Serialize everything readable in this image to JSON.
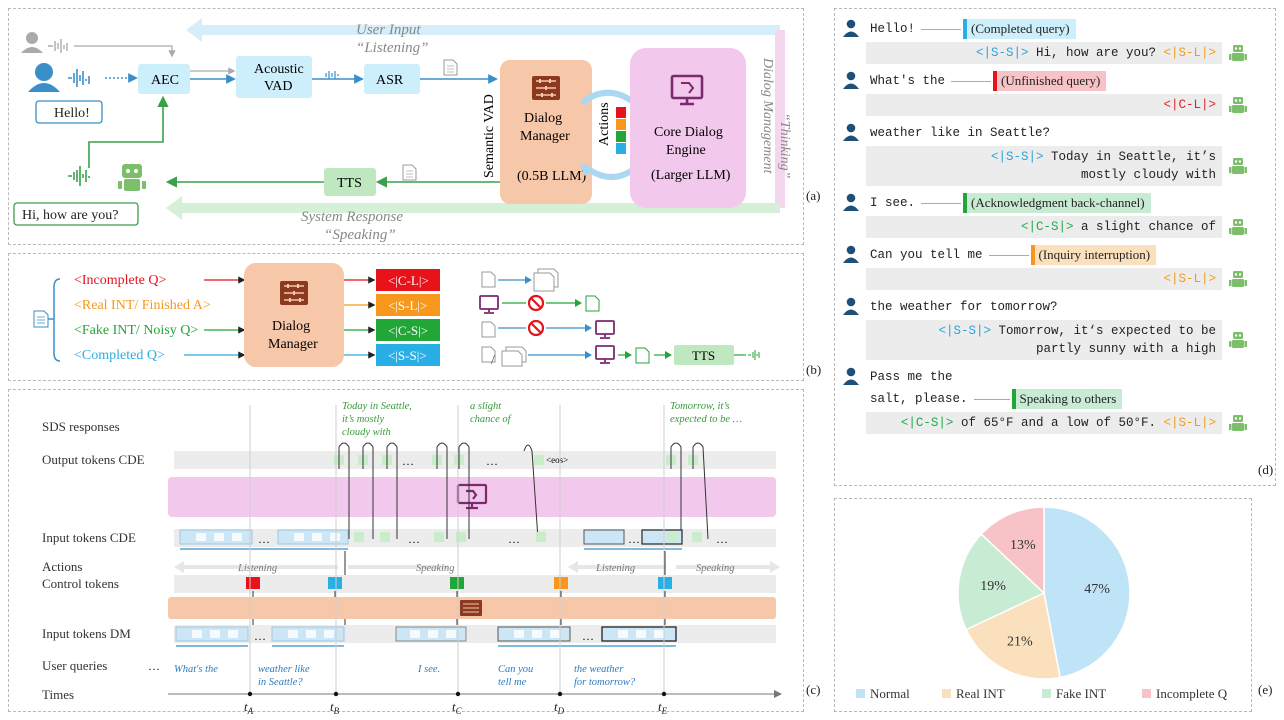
{
  "panel_a": {
    "label": "(a)",
    "user_input_1": "User Input",
    "user_input_2": "“Listening”",
    "system_response_1": "System Response",
    "system_response_2": "“Speaking”",
    "dm_side_1": "Dialog Management",
    "dm_side_2": "“Thinking”",
    "aec": "AEC",
    "vad_1": "Acoustic",
    "vad_2": "VAD",
    "asr": "ASR",
    "tts": "TTS",
    "semantic_vad": "Semantic VAD",
    "dm_1": "Dialog",
    "dm_2": "Manager",
    "dm_3": "(0.5B LLM)",
    "actions": "Actions",
    "cde_1": "Core Dialog",
    "cde_2": "Engine",
    "cde_3": "(Larger LLM)",
    "hello": "Hello!",
    "hi": "Hi, how are you?"
  },
  "panel_b": {
    "label": "(b)",
    "inputs": [
      "<Incomplete Q>",
      "<Real INT/ Finished A>",
      "<Fake INT/ Noisy Q>",
      "<Completed Q>"
    ],
    "tokens": [
      "<|C-L|>",
      "<|S-L|>",
      "<|C-S|>",
      "<|S-S|>"
    ],
    "dm_1": "Dialog",
    "dm_2": "Manager",
    "tts": "TTS",
    "slash": "/"
  },
  "panel_c": {
    "label": "(c)",
    "row_labels": [
      "SDS responses",
      "Output tokens CDE",
      "Input tokens CDE",
      "Actions",
      "Control tokens",
      "Input tokens DM",
      "User queries",
      "Times"
    ],
    "responses": [
      [
        "Today in Seattle,",
        "it’s mostly",
        "cloudy with"
      ],
      [
        "a slight",
        "chance of"
      ],
      [
        "Tomorrow, it’s",
        "expected to be …"
      ]
    ],
    "eos": "<eos>",
    "ellipsis": "…",
    "actions": [
      "Listening",
      "Speaking",
      "Listening",
      "Speaking"
    ],
    "queries": [
      [
        "What's the"
      ],
      [
        "weather like",
        "in Seattle?"
      ],
      [
        "I see."
      ],
      [
        "Can you",
        "tell me"
      ],
      [
        "the weather",
        "for tomorrow?"
      ]
    ],
    "query_ellipsis": "…",
    "times": [
      "A",
      "B",
      "C",
      "D",
      "E"
    ],
    "t": "t"
  },
  "panel_d": {
    "label": "(d)",
    "rows": [
      {
        "who": "user",
        "text": "Hello!",
        "tag": "(Completed query)"
      },
      {
        "who": "bot",
        "parts": [
          [
            "<|S-S|>",
            "blue"
          ],
          [
            " Hi, how are you? ",
            ""
          ],
          [
            "<|S-L|>",
            "orange"
          ]
        ]
      },
      {
        "who": "user",
        "text": "What's the",
        "tag": "(Unfinished query)"
      },
      {
        "who": "bot",
        "parts": [
          [
            "<|C-L|>",
            "red"
          ]
        ]
      },
      {
        "who": "user",
        "text": "weather like in Seattle?"
      },
      {
        "who": "bot",
        "parts": [
          [
            "<|S-S|>",
            "blue"
          ],
          [
            " Today in Seattle, it’s",
            ""
          ]
        ],
        "line2": "mostly cloudy with"
      },
      {
        "who": "user",
        "text": "I see.",
        "tag": "(Acknowledgment back-channel)"
      },
      {
        "who": "bot",
        "parts": [
          [
            "<|C-S|>",
            "green"
          ],
          [
            " a slight chance of",
            ""
          ]
        ]
      },
      {
        "who": "user",
        "text": "Can you tell me",
        "tag": "(Inquiry interruption)"
      },
      {
        "who": "bot",
        "parts": [
          [
            "<|S-L|>",
            "orange"
          ]
        ]
      },
      {
        "who": "user",
        "text": "the weather for tomorrow?"
      },
      {
        "who": "bot",
        "parts": [
          [
            "<|S-S|>",
            "blue"
          ],
          [
            " Tomorrow, it‘s expected to be",
            ""
          ]
        ],
        "line2": "partly sunny with a high"
      },
      {
        "who": "user",
        "text": "Pass me the",
        "line2": "salt, please.",
        "tag": "Speaking to others"
      },
      {
        "who": "bot",
        "parts": [
          [
            "<|C-S|>",
            "green"
          ],
          [
            " of 65°F and a low of 50°F. ",
            ""
          ],
          [
            "<|S-L|>",
            "orange"
          ]
        ]
      }
    ]
  },
  "panel_e": {
    "label": "(e)"
  },
  "chart_data": {
    "type": "pie",
    "categories": [
      "Normal",
      "Real INT",
      "Fake INT",
      "Incomplete Q"
    ],
    "values": [
      47,
      21,
      19,
      13
    ],
    "value_labels": [
      "47%",
      "21%",
      "19%",
      "13%"
    ],
    "colors": [
      "#bfe3f7",
      "#fbe0bd",
      "#c8ebd3",
      "#f7c3c6"
    ],
    "legend_position": "bottom"
  },
  "colors": {
    "dm_fill": "#f6c7a8",
    "cde_fill": "#f2c9ec",
    "aec_fill": "#cdeefb",
    "tts_fill": "#bfe8c1",
    "cl": "#e8121b",
    "sl": "#f7981d",
    "cs": "#23a638",
    "ss": "#29aee6"
  }
}
